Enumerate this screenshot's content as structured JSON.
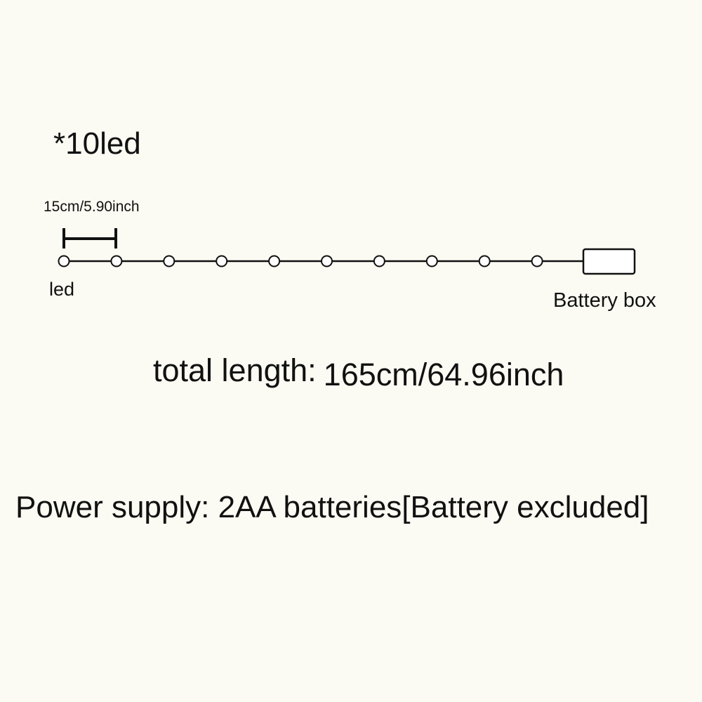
{
  "led_count_label": "*10led",
  "spacing_label": "15cm/5.90inch",
  "led_label": "led",
  "battery_box_label": "Battery box",
  "total_length_prefix": "total length:",
  "total_length_value": "165cm/64.96inch",
  "power_supply_text": "Power supply: 2AA batteries[Battery excluded]",
  "led_string": {
    "led_count": 10,
    "led_spacing_cm": 15,
    "total_length_cm": 165
  },
  "colors": {
    "background": "#fbfbf3",
    "line": "#111111",
    "led_fill": "#ffffff",
    "box_fill": "#ffffff"
  }
}
